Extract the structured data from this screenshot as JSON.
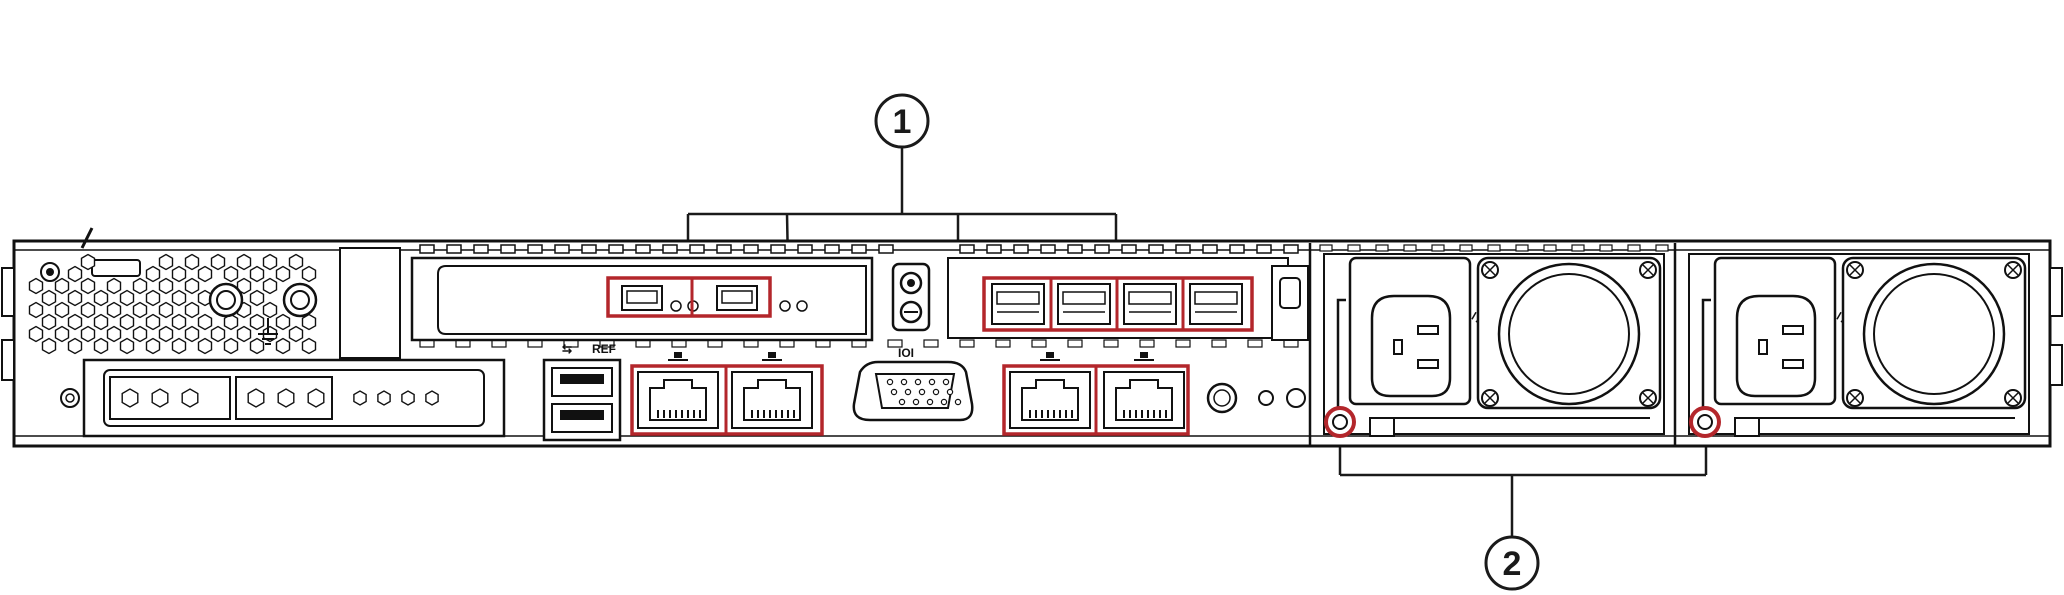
{
  "callouts": {
    "one": {
      "label": "1"
    },
    "two": {
      "label": "2"
    }
  },
  "panel_labels": {
    "usb": "⇆",
    "ref": "REF",
    "vga": "IOI"
  },
  "colors": {
    "highlight": "#b3262b",
    "line": "#1a1a1a",
    "chassis": "#111111"
  },
  "icons": [
    "usb-icon",
    "network-icon",
    "vga-icon",
    "ground-icon",
    "power-connector-icon",
    "fan-icon"
  ]
}
